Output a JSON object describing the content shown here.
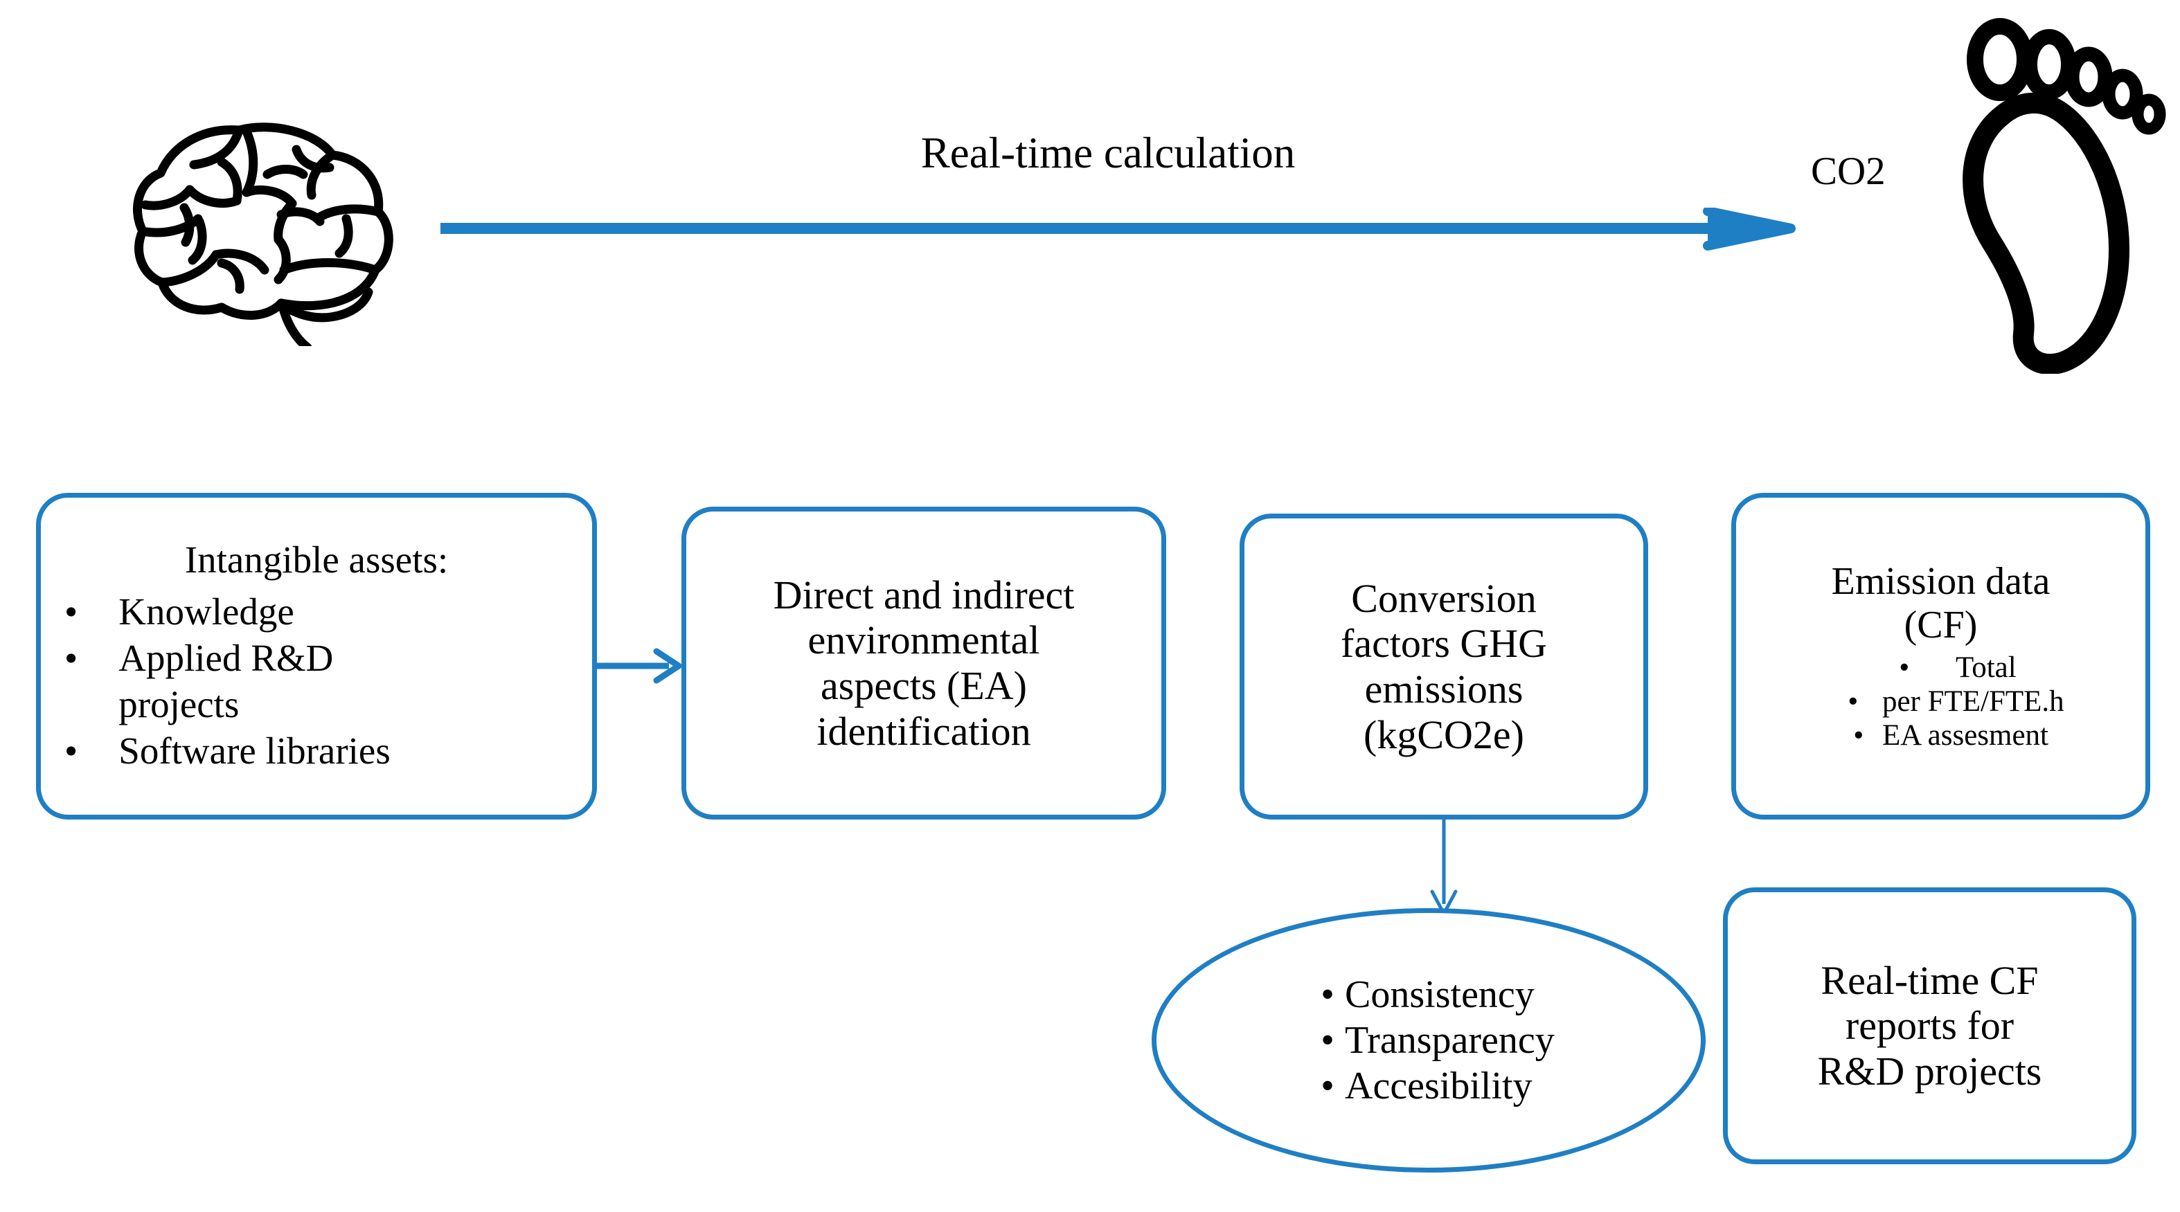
{
  "colors": {
    "accent_blue": "#1F7FC4",
    "text_black": "#000000",
    "background": "#FFFFFF"
  },
  "top_flow": {
    "source_icon": "brain-icon",
    "arrow_label": "Real-time calculation",
    "output_label": "CO2",
    "output_icon": "carbon-footprint-icon"
  },
  "process_boxes": [
    {
      "id": "box1",
      "heading": "Intangible assets:",
      "bullets": [
        "Knowledge",
        "Applied R&D projects",
        "Software libraries"
      ]
    },
    {
      "id": "box2",
      "lines": [
        "Direct and indirect",
        "environmental",
        "aspects (EA)",
        "identification"
      ]
    },
    {
      "id": "box3",
      "lines": [
        "Conversion",
        "factors GHG",
        "emissions",
        "(kgCO2e)"
      ]
    },
    {
      "id": "box4",
      "lines": [
        "Emission data",
        "(CF)"
      ],
      "bullets": [
        "Total",
        "per FTE/FTE.h",
        "EA assesment"
      ]
    },
    {
      "id": "box5",
      "lines": [
        "Real-time CF",
        "reports for",
        "R&D projects"
      ]
    }
  ],
  "quality_ellipse": {
    "bullets": [
      "Consistency",
      "Transparency",
      "Accesibility"
    ]
  },
  "connectors": [
    {
      "name": "arrow-box1-to-box2",
      "direction": "right"
    },
    {
      "name": "arrow-box3-to-ellipse",
      "direction": "down"
    },
    {
      "name": "arrow-brain-to-footprint",
      "direction": "right"
    }
  ]
}
